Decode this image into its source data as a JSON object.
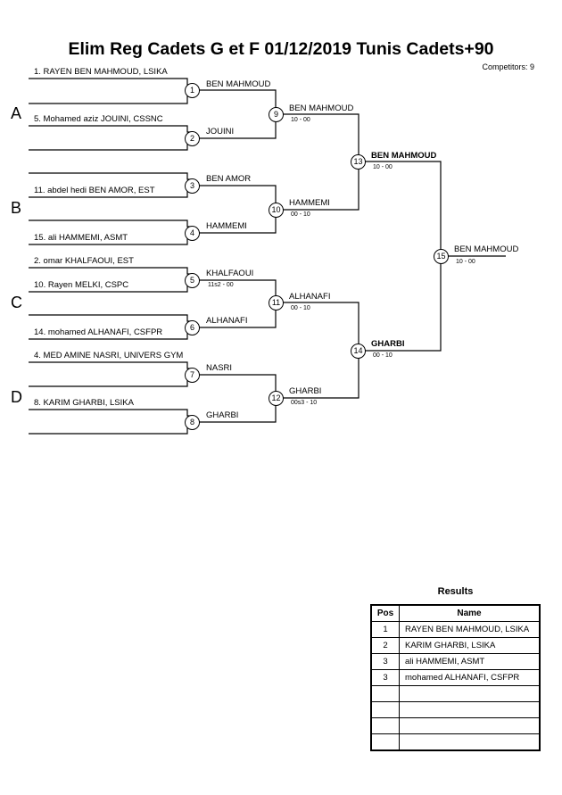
{
  "title": "Elim Reg Cadets G et F  01/12/2019  Tunis   Cadets+90",
  "competitors": "Competitors: 9",
  "pools": [
    "A",
    "B",
    "C",
    "D"
  ],
  "entrants": [
    "1. RAYEN BEN MAHMOUD, LSIKA",
    "5. Mohamed aziz JOUINI, CSSNC",
    "11. abdel hedi BEN AMOR, EST",
    "15. ali HAMMEMI, ASMT",
    "2. omar KHALFAOUI, EST",
    "10. Rayen MELKI, CSPC",
    "14. mohamed ALHANAFI, CSFPR",
    "4. MED AMINE NASRI, UNIVERS GYM",
    "8. KARIM GHARBI, LSIKA"
  ],
  "round1": [
    {
      "match": "1",
      "winner": "BEN MAHMOUD",
      "score": ""
    },
    {
      "match": "2",
      "winner": "JOUINI",
      "score": ""
    },
    {
      "match": "3",
      "winner": "BEN AMOR",
      "score": ""
    },
    {
      "match": "4",
      "winner": "HAMMEMI",
      "score": ""
    },
    {
      "match": "5",
      "winner": "KHALFAOUI",
      "score": "11s2 - 00"
    },
    {
      "match": "6",
      "winner": "ALHANAFI",
      "score": ""
    },
    {
      "match": "7",
      "winner": "NASRI",
      "score": ""
    },
    {
      "match": "8",
      "winner": "GHARBI",
      "score": ""
    }
  ],
  "round2": [
    {
      "match": "9",
      "winner": "BEN MAHMOUD",
      "score": "10 - 00"
    },
    {
      "match": "10",
      "winner": "HAMMEMI",
      "score": "00 - 10"
    },
    {
      "match": "11",
      "winner": "ALHANAFI",
      "score": "00 - 10"
    },
    {
      "match": "12",
      "winner": "GHARBI",
      "score": "00s3 - 10"
    }
  ],
  "round3": [
    {
      "match": "13",
      "winner": "BEN MAHMOUD",
      "score": "10 - 00"
    },
    {
      "match": "14",
      "winner": "GHARBI",
      "score": "00 - 10"
    }
  ],
  "final": {
    "match": "15",
    "winner": "BEN MAHMOUD",
    "score": "10 - 00"
  },
  "results": {
    "title": "Results",
    "headers": {
      "pos": "Pos",
      "name": "Name"
    },
    "rows": [
      {
        "pos": "1",
        "name": "RAYEN BEN MAHMOUD, LSIKA"
      },
      {
        "pos": "2",
        "name": "KARIM GHARBI, LSIKA"
      },
      {
        "pos": "3",
        "name": "ali HAMMEMI, ASMT"
      },
      {
        "pos": "3",
        "name": "mohamed ALHANAFI, CSFPR"
      },
      {
        "pos": "",
        "name": ""
      },
      {
        "pos": "",
        "name": ""
      },
      {
        "pos": "",
        "name": ""
      },
      {
        "pos": "",
        "name": ""
      }
    ]
  }
}
